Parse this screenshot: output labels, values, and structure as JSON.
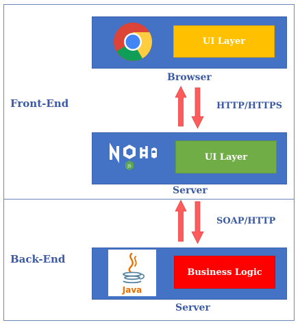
{
  "sections": {
    "front_end": "Front-End",
    "back_end": "Back-End"
  },
  "tiers": {
    "browser": {
      "caption": "Browser",
      "layer": "UI Layer",
      "icon": "chrome-icon"
    },
    "node_server": {
      "caption": "Server",
      "layer": "UI Layer",
      "icon": "nodejs-icon"
    },
    "java_server": {
      "caption": "Server",
      "layer": "Business Logic",
      "icon": "java-icon",
      "icon_text": "Java"
    }
  },
  "protocols": {
    "browser_to_node": "HTTP/HTTPS",
    "node_to_java": "SOAP/HTTP"
  },
  "colors": {
    "tier_bg": "#4472c4",
    "ui_layer_browser": "#ffc000",
    "ui_layer_node": "#70ad47",
    "business_logic": "#ff0000",
    "arrow": "#ff5b5b",
    "label_text": "#3b5aa3"
  }
}
